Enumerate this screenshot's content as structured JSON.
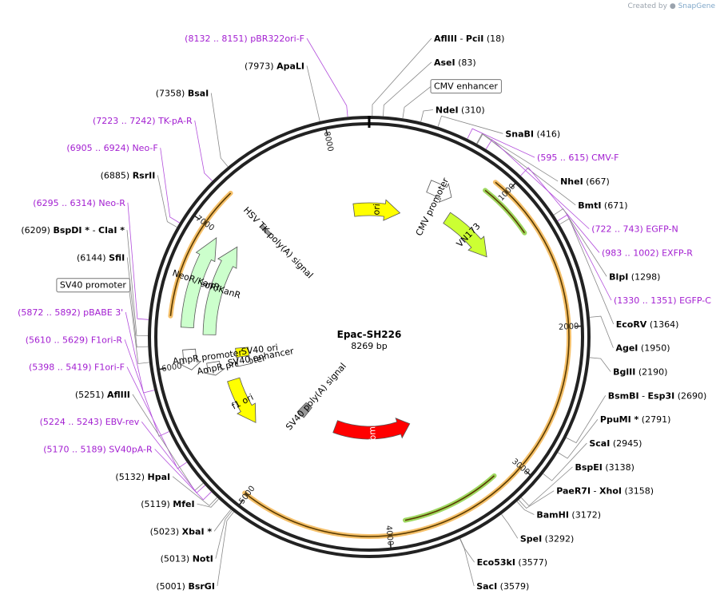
{
  "credit": {
    "prefix": "Created by",
    "brand": "SnapGene"
  },
  "plasmid": {
    "name": "Epac-SH226",
    "size_label": "8269 bp",
    "length": 8269
  },
  "ticks": [
    "1000",
    "2000",
    "3000",
    "4000",
    "5000",
    "6000",
    "7000",
    "8000"
  ],
  "labels": [
    {
      "kind": "site",
      "pos": 18,
      "name": "AflIII",
      "name2": "PciI",
      "coord": "(18)"
    },
    {
      "kind": "site",
      "pos": 83,
      "name": "AseI",
      "coord": "(83)"
    },
    {
      "kind": "boxed",
      "pos": 200,
      "name": "CMV enhancer"
    },
    {
      "kind": "site",
      "pos": 310,
      "name": "NdeI",
      "coord": "(310)"
    },
    {
      "kind": "site",
      "pos": 416,
      "name": "SnaBI",
      "coord": "(416)"
    },
    {
      "kind": "primer",
      "pos": 605,
      "name": "CMV-F",
      "coord": "(595 .. 615)"
    },
    {
      "kind": "site",
      "pos": 667,
      "name": "NheI",
      "coord": "(667)"
    },
    {
      "kind": "site",
      "pos": 671,
      "name": "BmtI",
      "coord": "(671)"
    },
    {
      "kind": "primer",
      "pos": 732,
      "name": "EGFP-N",
      "coord": "(722 .. 743)"
    },
    {
      "kind": "primer",
      "pos": 992,
      "name": "EXFP-R",
      "coord": "(983 .. 1002)"
    },
    {
      "kind": "site",
      "pos": 1298,
      "name": "BlpI",
      "coord": "(1298)"
    },
    {
      "kind": "primer",
      "pos": 1340,
      "name": "EGFP-C",
      "coord": "(1330 .. 1351)"
    },
    {
      "kind": "site",
      "pos": 1364,
      "name": "EcoRV",
      "coord": "(1364)"
    },
    {
      "kind": "site",
      "pos": 1950,
      "name": "AgeI",
      "coord": "(1950)"
    },
    {
      "kind": "site",
      "pos": 2190,
      "name": "BglII",
      "coord": "(2190)"
    },
    {
      "kind": "site",
      "pos": 2690,
      "name": "BsmBI",
      "name2": "Esp3I",
      "coord": "(2690)"
    },
    {
      "kind": "site",
      "pos": 2791,
      "name": "PpuMI *",
      "coord": "(2791)"
    },
    {
      "kind": "site",
      "pos": 2945,
      "name": "ScaI",
      "coord": "(2945)"
    },
    {
      "kind": "site",
      "pos": 3138,
      "name": "BspEI",
      "coord": "(3138)"
    },
    {
      "kind": "site",
      "pos": 3158,
      "name": "PaeR7I",
      "name2": "XhoI",
      "coord": "(3158)"
    },
    {
      "kind": "site",
      "pos": 3172,
      "name": "BamHI",
      "coord": "(3172)"
    },
    {
      "kind": "site",
      "pos": 3292,
      "name": "SpeI",
      "coord": "(3292)"
    },
    {
      "kind": "site",
      "pos": 3577,
      "name": "Eco53kI",
      "coord": "(3577)"
    },
    {
      "kind": "site",
      "pos": 3579,
      "name": "SacI",
      "coord": "(3579)"
    },
    {
      "kind": "site",
      "pos": 5001,
      "name": "BsrGI",
      "coord": "(5001)"
    },
    {
      "kind": "site",
      "pos": 5013,
      "name": "NotI",
      "coord": "(5013)"
    },
    {
      "kind": "site",
      "pos": 5023,
      "name": "XbaI *",
      "coord": "(5023)"
    },
    {
      "kind": "site",
      "pos": 5119,
      "name": "MfeI",
      "coord": "(5119)"
    },
    {
      "kind": "site",
      "pos": 5132,
      "name": "HpaI",
      "coord": "(5132)"
    },
    {
      "kind": "primer",
      "pos": 5180,
      "name": "SV40pA-R",
      "coord": "(5170 .. 5189)"
    },
    {
      "kind": "primer",
      "pos": 5234,
      "name": "EBV-rev",
      "coord": "(5224 .. 5243)"
    },
    {
      "kind": "site",
      "pos": 5251,
      "name": "AflIII",
      "coord": "(5251)"
    },
    {
      "kind": "primer",
      "pos": 5409,
      "name": "F1ori-F",
      "coord": "(5398 .. 5419)"
    },
    {
      "kind": "primer",
      "pos": 5620,
      "name": "F1ori-R",
      "coord": "(5610 .. 5629)"
    },
    {
      "kind": "primer",
      "pos": 5882,
      "name": "pBABE 3'",
      "coord": "(5872 .. 5892)"
    },
    {
      "kind": "boxed",
      "pos": 6050,
      "name": "SV40 promoter"
    },
    {
      "kind": "site",
      "pos": 6144,
      "name": "SfiI",
      "coord": "(6144)"
    },
    {
      "kind": "site",
      "pos": 6209,
      "name": "BspDI *",
      "name2": "ClaI *",
      "coord": "(6209)"
    },
    {
      "kind": "primer",
      "pos": 6305,
      "name": "Neo-R",
      "coord": "(6295 .. 6314)"
    },
    {
      "kind": "site",
      "pos": 6885,
      "name": "RsrII",
      "coord": "(6885)"
    },
    {
      "kind": "primer",
      "pos": 6915,
      "name": "Neo-F",
      "coord": "(6905 .. 6924)"
    },
    {
      "kind": "primer",
      "pos": 7232,
      "name": "TK-pA-R",
      "coord": "(7223 .. 7242)"
    },
    {
      "kind": "site",
      "pos": 7358,
      "name": "BsaI",
      "coord": "(7358)"
    },
    {
      "kind": "site",
      "pos": 7973,
      "name": "ApaLI",
      "coord": "(7973)"
    },
    {
      "kind": "primer",
      "pos": 8141,
      "name": "pBR322ori-F",
      "coord": "(8132 .. 8151)"
    }
  ],
  "features": [
    {
      "name": "ori",
      "color": "#ffff00",
      "rtext": 160,
      "start": 8111,
      "end": 320,
      "dir": 1
    },
    {
      "name": "CMV promoter",
      "color": "#ffffff",
      "rtext": 203,
      "start": 496,
      "end": 700,
      "dir": 1
    },
    {
      "name": "VN173",
      "color": "#ccff33",
      "rtext": 178,
      "start": 760,
      "end": 1280,
      "dir": 1
    },
    {
      "name": "tdTomato",
      "color": "#ff0000",
      "rtext": 120,
      "start": 3560,
      "end": 4610,
      "dir": -1
    },
    {
      "name": "SV40 poly(A) signal",
      "color": "#999999",
      "rtext": 122,
      "start": 5030,
      "end": 5140,
      "dir": 0
    },
    {
      "name": "f1 ori",
      "color": "#ffff00",
      "rtext": 178,
      "start": 5350,
      "end": 5800,
      "dir": -1
    },
    {
      "name": "AmpR promoter",
      "color": "#ffffff",
      "rtext": 198,
      "start": 5880,
      "end": 5990,
      "dir": -1
    },
    {
      "name": "SV40 ori",
      "color": "#ffff00",
      "rtext": 160,
      "start": 6000,
      "end": 6090,
      "dir": 0
    },
    {
      "name": "SV40 enhancer",
      "color": "#ffffff",
      "rtext": 160,
      "start": 5910,
      "end": 6000,
      "dir": 0
    },
    {
      "name": "AmpR promoter",
      "color": "#ffffff",
      "rtext": 226,
      "start": 5960,
      "end": 6110,
      "dir": -1
    },
    {
      "name": "NeoR/KanR",
      "color": "#ccffcc",
      "rtext": 200,
      "start": 6220,
      "end": 6990,
      "dir": 1
    },
    {
      "name": "NeoR/KanR",
      "color": "#ccffcc",
      "rtext": 228,
      "start": 6270,
      "end": 6960,
      "dir": 1
    },
    {
      "name": "HSV TK poly(A) signal",
      "color": "#999999",
      "rtext": 186,
      "start": 7240,
      "end": 7270,
      "dir": 0
    }
  ]
}
